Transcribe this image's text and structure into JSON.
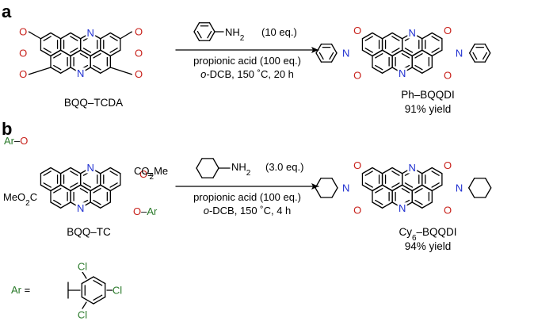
{
  "colors": {
    "oxygen": "#c8211b",
    "nitrogen": "#1f2fd0",
    "aryl": "#2a7a2a",
    "bond": "#000000"
  },
  "atoms": {
    "O": "O",
    "N": "N",
    "Cl": "Cl"
  },
  "panel_a": {
    "label": "a",
    "reactant_name": "BQQ–TCDA",
    "reagent_amine": "NH",
    "reagent_amine_sub": "2",
    "reagent_eq": "(10 eq.)",
    "condition_1": "propionic acid (100 eq.)",
    "condition_2_italic": "o",
    "condition_2_rest": "-DCB, 150 ˚C, 20 h",
    "product_name": "Ph–BQQDI",
    "product_yield": "91% yield"
  },
  "panel_b": {
    "label": "b",
    "reactant_name": "BQQ–TC",
    "ester_arO_top": "Ar–O",
    "ester_co2me_top": "CO",
    "ester_co2me_top_sub": "2",
    "ester_co2me_top_end": "Me",
    "ester_meo2c_left": "MeO",
    "ester_meo2c_left_sub": "2",
    "ester_meo2c_left_end": "C",
    "ester_oar_bottom": "O–Ar",
    "reagent_amine": "NH",
    "reagent_amine_sub": "2",
    "reagent_eq": "(3.0 eq.)",
    "condition_1": "propionic acid (100 eq.)",
    "condition_2_italic": "o",
    "condition_2_rest": "-DCB, 150 ˚C, 4 h",
    "product_name_main": "Cy",
    "product_name_sub": "6",
    "product_name_end": "–BQQDI",
    "product_yield": "94% yield",
    "ar_definition": "Ar ="
  }
}
